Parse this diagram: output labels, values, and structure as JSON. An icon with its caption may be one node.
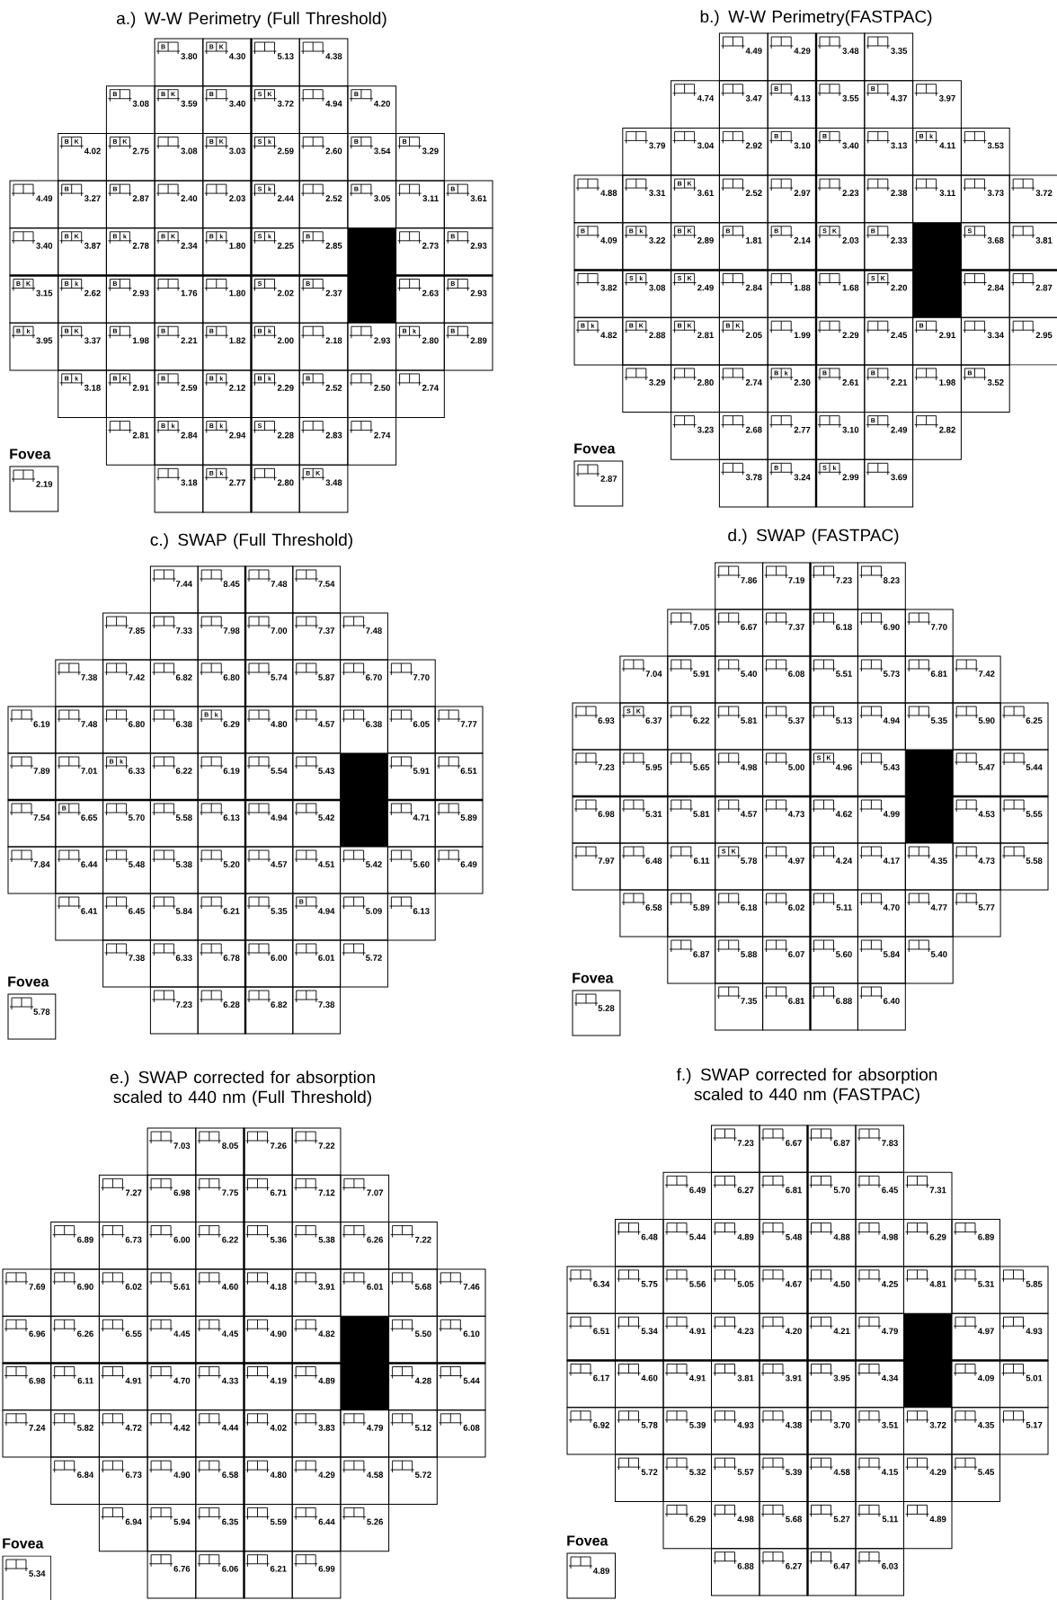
{
  "diagram": {
    "labels": [
      "a.) W-W Perimetry (Full Threshold)",
      "B",
      "3.80",
      "B",
      "K",
      "4.30",
      "5.13",
      "4.38",
      "B",
      "3.08",
      "B",
      "K",
      "3.59",
      "B",
      "3.40",
      "S",
      "K",
      "3.72",
      "4.94",
      "B",
      "4.20",
      "B",
      "K",
      "4.02",
      "B",
      "K",
      "2.75",
      "3.08",
      "B",
      "K",
      "3.03",
      "S",
      "k",
      "2.59",
      "2.60",
      "B",
      "3.54",
      "B",
      "3.29",
      "4.49",
      "B",
      "3.27",
      "B",
      "2.87",
      "2.40",
      "2.03",
      "S",
      "k",
      "2.44",
      "2.52",
      "B",
      "3.05",
      "3.11",
      "B",
      "3.61",
      "3.40",
      "B",
      "K",
      "3.87",
      "B",
      "k",
      "2.78",
      "B",
      "K",
      "2.34",
      "B",
      "k",
      "1.80",
      "S",
      "k",
      "2.25",
      "B",
      "2.85",
      "2.73",
      "B",
      "2.93",
      "B",
      "K",
      "3.15",
      "B",
      "k",
      "2.62",
      "B",
      "2.93",
      "1.76",
      "1.80",
      "S",
      "2.02",
      "B",
      "2.37",
      "2.63",
      "B",
      "2.93",
      "B",
      "k",
      "3.95",
      "B",
      "K",
      "3.37",
      "B",
      "1.98",
      "B",
      "2.21",
      "B",
      "1.82",
      "B",
      "k",
      "2.00",
      "2.18",
      "2.93",
      "B",
      "k",
      "2.80",
      "B",
      "2.89",
      "B",
      "k",
      "3.18",
      "B",
      "K",
      "2.91",
      "B",
      "2.59",
      "B",
      "k",
      "2.12",
      "B",
      "k",
      "2.29",
      "B",
      "2.52",
      "2.50",
      "2.74",
      "2.81",
      "B",
      "k",
      "2.84",
      "B",
      "k",
      "2.94",
      "S",
      "2.28",
      "2.83",
      "2.74",
      "3.18",
      "B",
      "k",
      "2.77",
      "2.80",
      "B",
      "K",
      "3.48",
      "Fovea",
      "2.19",
      "b.) W-W Perimetry(FASTPAC)",
      "4.49",
      "4.29",
      "3.48",
      "3.35",
      "4.74",
      "3.47",
      "B",
      "4.13",
      "3.55",
      "B",
      "4.37",
      "3.97",
      "3.79",
      "3.04",
      "2.92",
      "B",
      "3.10",
      "B",
      "3.40",
      "3.13",
      "B",
      "k",
      "4.11",
      "3.53",
      "4.88",
      "3.31",
      "B",
      "K",
      "3.61",
      "2.52",
      "2.97",
      "2.23",
      "2.38",
      "3.11",
      "3.73",
      "3.72",
      "B",
      "4.09",
      "B",
      "k",
      "3.22",
      "B",
      "K",
      "2.89",
      "B",
      "1.81",
      "B",
      "2.14",
      "S",
      "K",
      "2.03",
      "B",
      "2.33",
      "S",
      "3.68",
      "3.81",
      "3.82",
      "S",
      "k",
      "3.08",
      "S",
      "K",
      "2.49",
      "2.84",
      "1.88",
      "1.68",
      "S",
      "K",
      "2.20",
      "2.84",
      "2.87",
      "B",
      "k",
      "4.82",
      "B",
      "K",
      "2.88",
      "B",
      "K",
      "2.81",
      "B",
      "K",
      "2.05",
      "1.99",
      "2.29",
      "2.45",
      "B",
      "2.91",
      "3.34",
      "2.95",
      "3.29",
      "2.80",
      "2.74",
      "B",
      "k",
      "2.30",
      "B",
      "2.61",
      "B",
      "2.21",
      "1.98",
      "B",
      "3.52",
      "3.23",
      "2.68",
      "2.77",
      "3.10",
      "B",
      "2.49",
      "2.82",
      "3.78",
      "B",
      "3.24",
      "S",
      "k",
      "2.99",
      "3.69",
      "Fovea",
      "2.87",
      "c.) SWAP (Full Threshold)",
      "7.44",
      "8.45",
      "7.48",
      "7.54",
      "7.85",
      "7.33",
      "7.98",
      "7.00",
      "7.37",
      "7.48",
      "7.38",
      "7.42",
      "6.82",
      "6.80",
      "5.74",
      "5.87",
      "6.70",
      "7.70",
      "6.19",
      "7.48",
      "6.80",
      "6.38",
      "B",
      "k",
      "6.29",
      "4.80",
      "4.57",
      "6.38",
      "6.05",
      "7.77",
      "7.89",
      "7.01",
      "B",
      "k",
      "6.33",
      "6.22",
      "6.19",
      "5.54",
      "5.43",
      "5.91",
      "6.51",
      "7.54",
      "B",
      "6.65",
      "5.70",
      "5.58",
      "6.13",
      "4.94",
      "5.42",
      "4.71",
      "5.89",
      "7.84",
      "6.44",
      "5.48",
      "5.38",
      "5.20",
      "4.57",
      "4.51",
      "5.42",
      "5.60",
      "6.49",
      "6.41",
      "6.45",
      "5.84",
      "6.21",
      "5.35",
      "B",
      "4.94",
      "5.09",
      "6.13",
      "7.38",
      "6.33",
      "6.78",
      "6.00",
      "6.01",
      "5.72",
      "7.23",
      "6.28",
      "6.82",
      "7.38",
      "Fovea",
      "5.78",
      "d.) SWAP (FASTPAC)",
      "7.86",
      "7.19",
      "7.23",
      "8.23",
      "7.05",
      "6.67",
      "7.37",
      "6.18",
      "6.90",
      "7.70",
      "7.04",
      "5.91",
      "5.40",
      "6.08",
      "5.51",
      "5.73",
      "6.81",
      "7.42",
      "6.93",
      "S",
      "K",
      "6.37",
      "6.22",
      "5.81",
      "5.37",
      "5.13",
      "4.94",
      "5.35",
      "5.90",
      "6.25",
      "7.23",
      "5.95",
      "5.65",
      "4.98",
      "5.00",
      "S",
      "K",
      "4.96",
      "5.43",
      "5.47",
      "5.44",
      "6.98",
      "5.31",
      "5.81",
      "4.57",
      "4.73",
      "4.62",
      "4.99",
      "4.53",
      "5.55",
      "7.97",
      "6.48",
      "6.11",
      "S",
      "K",
      "5.78",
      "4.97",
      "4.24",
      "4.17",
      "4.35",
      "4.73",
      "5.58",
      "6.58",
      "5.89",
      "6.18",
      "6.02",
      "5.11",
      "4.70",
      "4.77",
      "5.77",
      "6.87",
      "5.88",
      "6.07",
      "5.60",
      "5.84",
      "5.40",
      "7.35",
      "6.81",
      "6.88",
      "6.40",
      "Fovea",
      "5.28",
      "e.) SWAP corrected for absorption scaled to 440 nm (Full Threshold)",
      "7.03",
      "8.05",
      "7.26",
      "7.22",
      "7.27",
      "6.98",
      "7.75",
      "6.71",
      "7.12",
      "7.07",
      "6.89",
      "6.73",
      "6.00",
      "6.22",
      "5.36",
      "5.38",
      "6.26",
      "7.22",
      "7.69",
      "6.90",
      "6.02",
      "5.61",
      "4.60",
      "4.18",
      "3.91",
      "6.01",
      "5.68",
      "7.46",
      "6.96",
      "6.26",
      "6.55",
      "4.45",
      "4.45",
      "4.90",
      "4.82",
      "5.50",
      "6.10",
      "6.98",
      "6.11",
      "4.91",
      "4.70",
      "4.33",
      "4.19",
      "4.89",
      "4.28",
      "5.44",
      "7.24",
      "5.82",
      "4.72",
      "4.42",
      "4.44",
      "4.02",
      "3.83",
      "4.79",
      "5.12",
      "6.08",
      "6.84",
      "6.73",
      "4.90",
      "6.58",
      "4.80",
      "4.29",
      "4.58",
      "5.72",
      "6.94",
      "5.94",
      "6.35",
      "5.59",
      "6.44",
      "5.26",
      "6.76",
      "6.06",
      "6.21",
      "6.99",
      "Fovea",
      "5.34",
      "f.) SWAP corrected for absorption scaled to 440 nm (FASTPAC)",
      "7.23",
      "6.67",
      "6.87",
      "7.83",
      "6.49",
      "6.27",
      "6.81",
      "5.70",
      "6.45",
      "7.31",
      "6.48",
      "5.44",
      "4.89",
      "5.48",
      "4.88",
      "4.98",
      "6.29",
      "6.89",
      "6.34",
      "5.75",
      "5.56",
      "5.05",
      "4.67",
      "4.50",
      "4.25",
      "4.81",
      "5.31",
      "5.85",
      "6.51",
      "5.34",
      "4.91",
      "4.23",
      "4.20",
      "4.21",
      "4.79",
      "4.97",
      "4.93",
      "6.17",
      "4.60",
      "4.91",
      "3.81",
      "3.91",
      "3.95",
      "4.34",
      "4.09",
      "5.01",
      "6.92",
      "5.78",
      "5.39",
      "4.93",
      "4.38",
      "3.70",
      "3.51",
      "3.72",
      "4.35",
      "5.17",
      "5.72",
      "5.32",
      "5.57",
      "5.39",
      "4.58",
      "4.15",
      "4.29",
      "5.45",
      "6.29",
      "4.98",
      "5.68",
      "5.27",
      "5.11",
      "4.89",
      "6.88",
      "6.27",
      "6.47",
      "6.03",
      "Fovea",
      "4.89"
    ]
  }
}
